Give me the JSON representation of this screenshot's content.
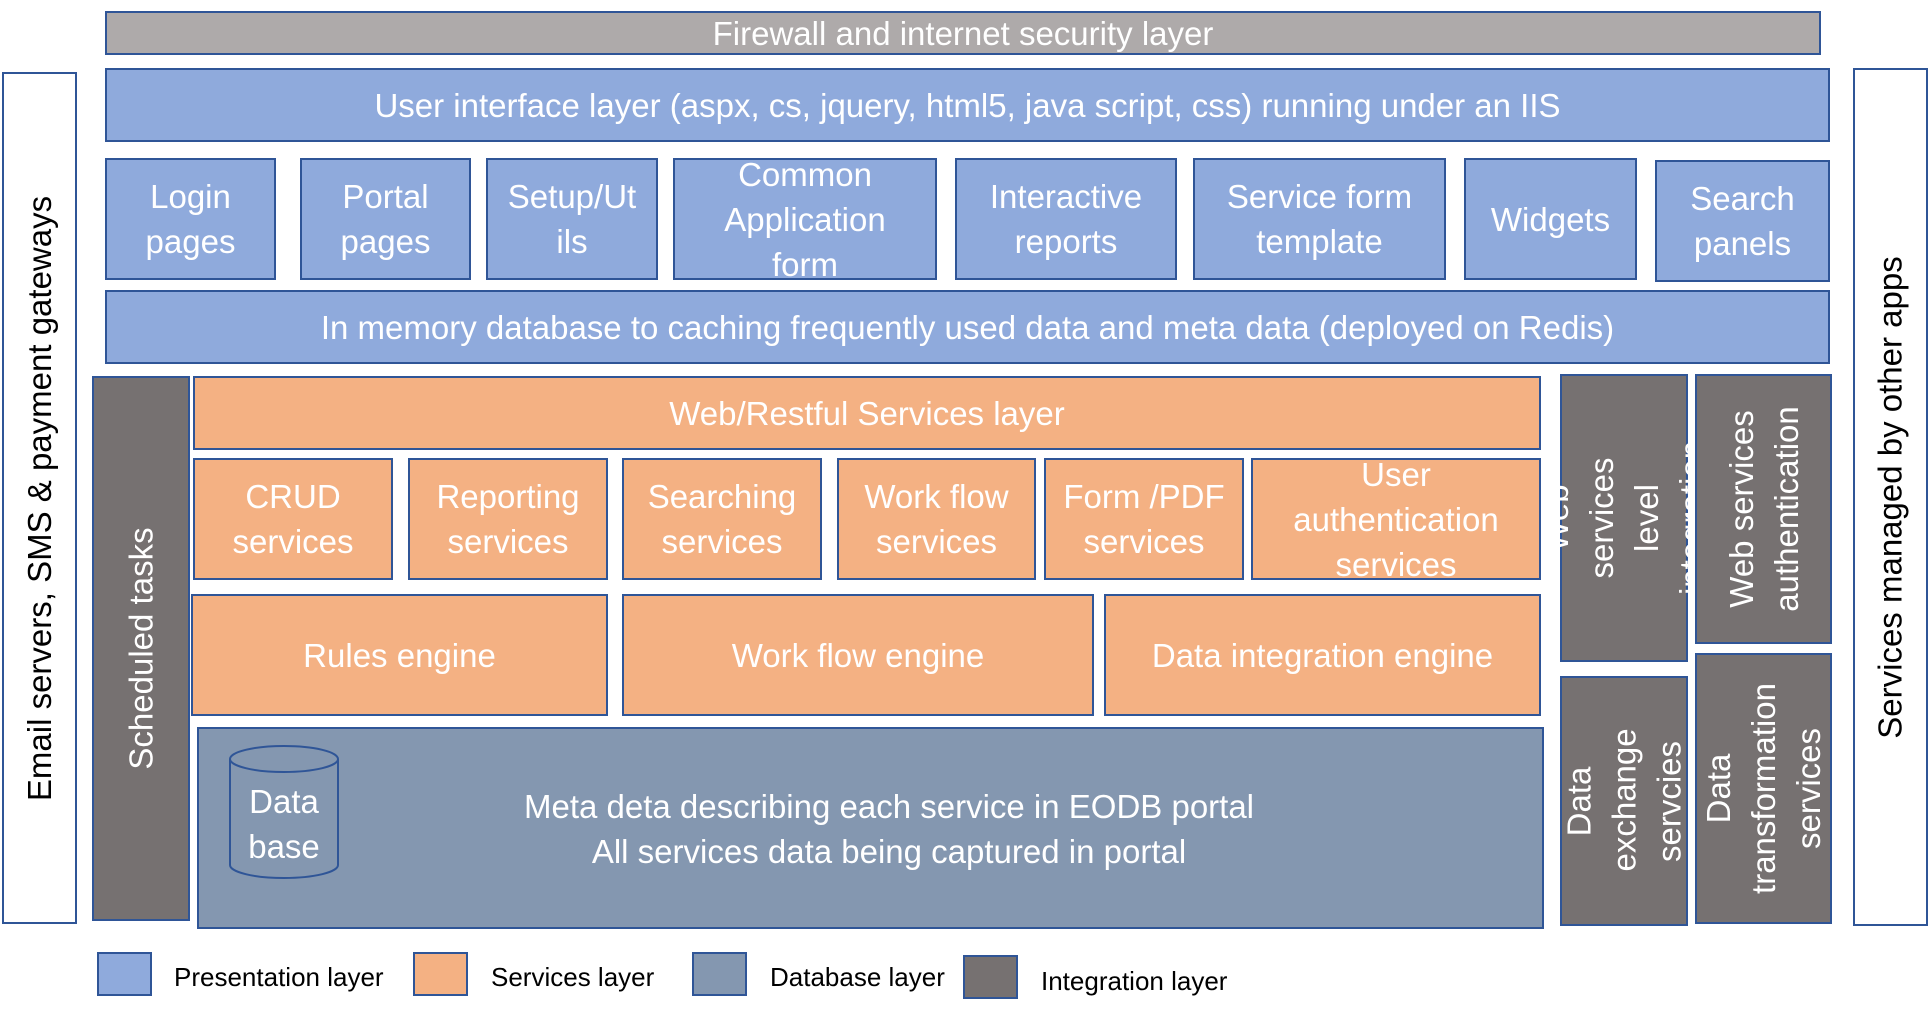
{
  "firewall": "Firewall and internet security layer",
  "ui_layer": "User interface layer (aspx, cs, jquery, html5, java script, css) running under an IIS",
  "presentation_items": [
    "Login pages",
    "Portal pages",
    "Setup/Ut ils",
    "Common Application form",
    "Interactive reports",
    "Service form template",
    "Widgets",
    "Search panels"
  ],
  "cache_layer": "In memory database to caching frequently used data and meta data (deployed on Redis)",
  "left_side": "Email servers, SMS & payment gateways",
  "right_side": "Services managed by other apps",
  "scheduled": "Scheduled tasks",
  "web_services": "Web/Restful Services layer",
  "service_items": [
    "CRUD services",
    "Reporting services",
    "Searching services",
    "Work flow services",
    "Form /PDF services",
    "User authentication services"
  ],
  "engines": [
    "Rules engine",
    "Work flow engine",
    "Data integration engine"
  ],
  "database": {
    "icon_label": "Data base",
    "line1": "Meta deta describing each service in EODB portal",
    "line2": "All services data being captured in portal"
  },
  "integration_items": [
    "Web services level integration",
    "Web services authentication",
    "Data exchange servcies",
    "Data transformation services"
  ],
  "legend": [
    "Presentation layer",
    "Services layer",
    "Database layer",
    "Integration layer"
  ],
  "colors": {
    "presentation": "#8faadc",
    "services": "#f4b183",
    "database": "#8497b0",
    "integration": "#767171",
    "firewall": "#aeaaaa",
    "border": "#2f5597"
  }
}
